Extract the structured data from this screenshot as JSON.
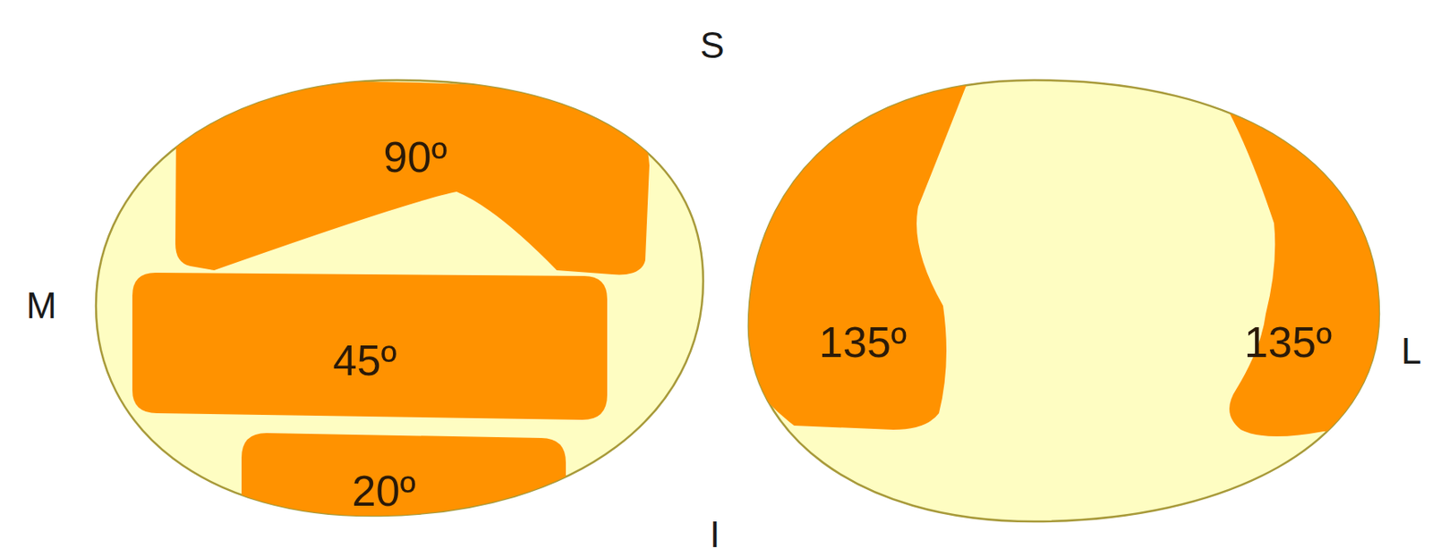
{
  "diagram": {
    "nodes": [
      {
        "text": [
          "90º"
        ]
      },
      {
        "text": [
          "45º"
        ]
      },
      {
        "text": [
          "20º"
        ]
      },
      {
        "text": [
          "135º"
        ]
      },
      {
        "text": [
          "135º"
        ]
      }
    ],
    "labels": [
      "S",
      "M",
      "L",
      "I"
    ]
  }
}
